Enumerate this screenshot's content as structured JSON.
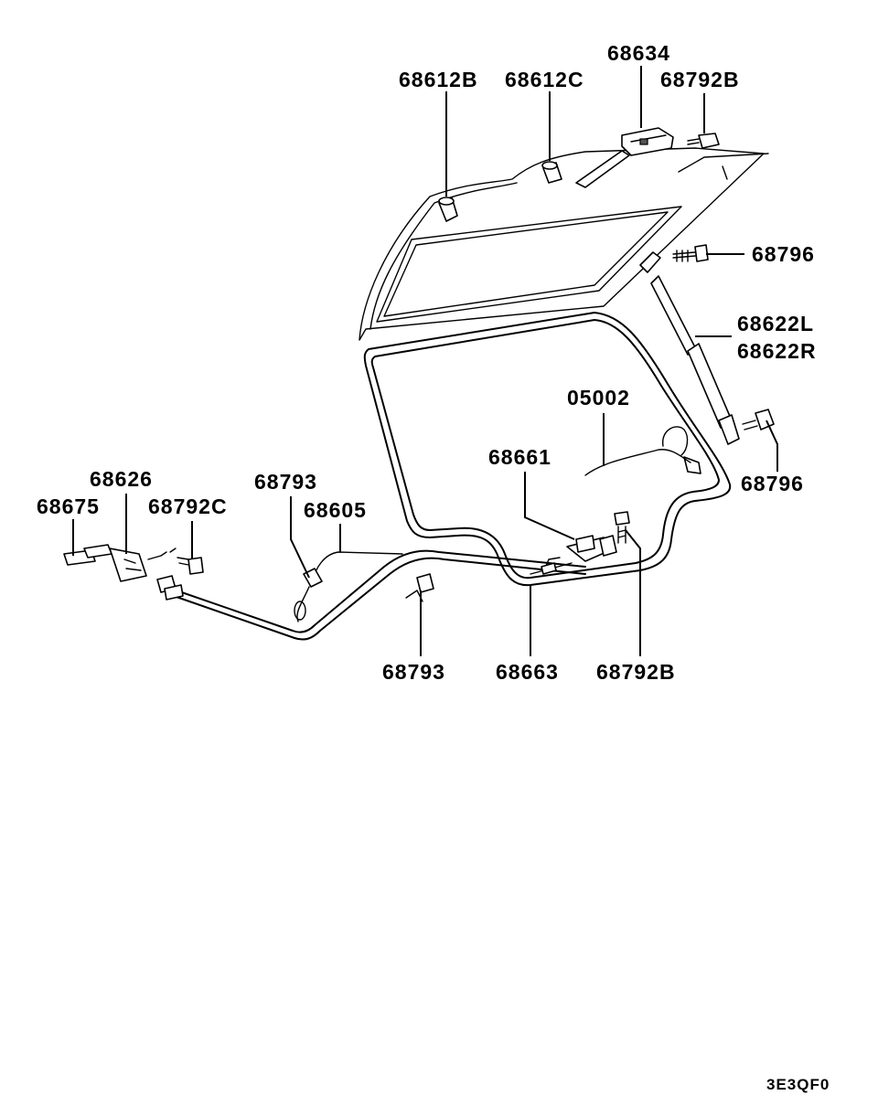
{
  "labels": {
    "p68612B": "68612B",
    "p68612C": "68612C",
    "p68634": "68634",
    "p68792B_top": "68792B",
    "p68796_top": "68796",
    "p68622L": "68622L",
    "p68622R": "68622R",
    "p05002": "05002",
    "p68796_right": "68796",
    "p68661": "68661",
    "p68626": "68626",
    "p68675": "68675",
    "p68792C": "68792C",
    "p68793_left": "68793",
    "p68605": "68605",
    "p68793_bottom": "68793",
    "p68663": "68663",
    "p68792B_bottom": "68792B"
  },
  "reference_code": "3E3QF0"
}
